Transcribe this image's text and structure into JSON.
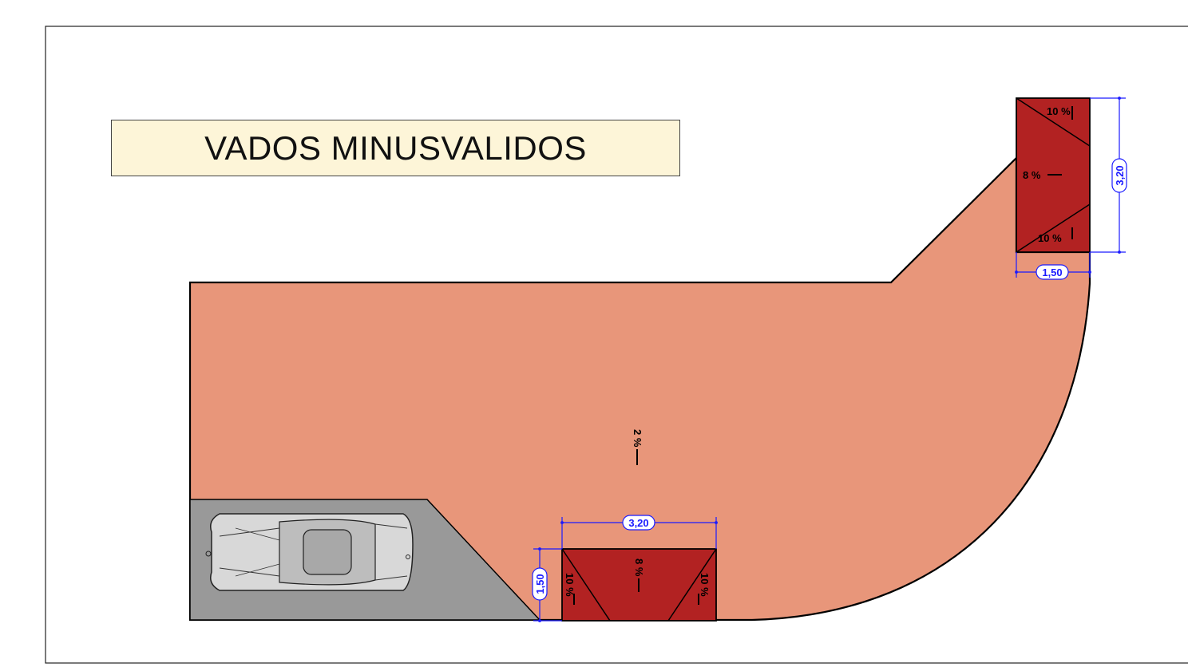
{
  "title": "VADOS MINUSVALIDOS",
  "colors": {
    "plaza_fill": "#e8967a",
    "ramp_fill": "#b22222",
    "parking_fill": "#999999",
    "title_fill": "#fdf5d8",
    "dimension_color": "#1a1aff",
    "outline": "#000000"
  },
  "plaza": {
    "slope_label": "2 %"
  },
  "ramp_bottom": {
    "center_slope": "8 %",
    "left_slope": "10 %",
    "right_slope": "10 %",
    "width_dim": "3,20",
    "depth_dim": "1,50"
  },
  "ramp_top": {
    "center_slope": "8 %",
    "top_slope": "10 %",
    "bottom_slope": "10 %",
    "height_dim": "3,20",
    "width_dim": "1,50"
  },
  "parking": {
    "icon": "car-icon"
  }
}
